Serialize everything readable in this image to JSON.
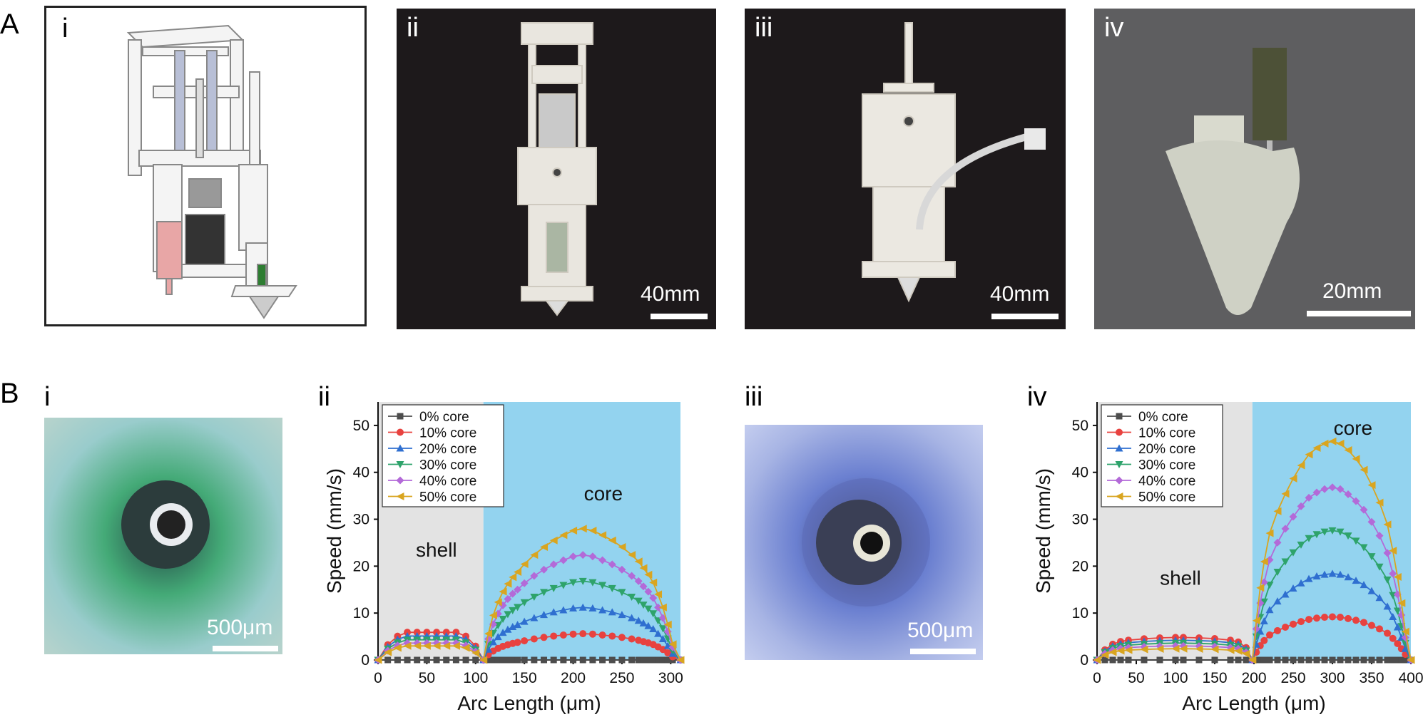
{
  "figure": {
    "row_labels": [
      "A",
      "B"
    ],
    "panels_a": [
      {
        "label": "i"
      },
      {
        "label": "ii",
        "scale": "40mm"
      },
      {
        "label": "iii",
        "scale": "40mm"
      },
      {
        "label": "iv",
        "scale": "20mm"
      }
    ],
    "panels_b": [
      {
        "label": "i",
        "scale": "500μm"
      },
      {
        "label": "ii"
      },
      {
        "label": "iii",
        "scale": "500μm"
      },
      {
        "label": "iv"
      }
    ]
  },
  "colors": {
    "shell_bg": "#e3e3e3",
    "core_bg": "#93d3ef",
    "series": [
      "#4d4d4d",
      "#e8423f",
      "#2f6fd0",
      "#2ea36b",
      "#b36ad8",
      "#d9a520"
    ]
  },
  "chart_data": [
    {
      "type": "line",
      "panel": "ii",
      "xlabel": "Arc Length (μm)",
      "ylabel": "Speed (mm/s)",
      "xlim": [
        0,
        310
      ],
      "ylim": [
        0,
        55
      ],
      "xticks": [
        0,
        50,
        100,
        150,
        200,
        250,
        300
      ],
      "yticks": [
        0,
        10,
        20,
        30,
        40,
        50
      ],
      "regions": [
        {
          "label": "shell",
          "from": 0,
          "to": 108
        },
        {
          "label": "core",
          "from": 108,
          "to": 310
        }
      ],
      "legend_position": "top-left",
      "series": [
        {
          "name": "0% core",
          "shell_peak": 0,
          "core_peak": 0
        },
        {
          "name": "10% core",
          "shell_peak": 5.9,
          "core_peak": 5.6
        },
        {
          "name": "20% core",
          "shell_peak": 5.1,
          "core_peak": 11.2
        },
        {
          "name": "30% core",
          "shell_peak": 4.3,
          "core_peak": 16.8
        },
        {
          "name": "40% core",
          "shell_peak": 3.6,
          "core_peak": 22.4
        },
        {
          "name": "50% core",
          "shell_peak": 3.0,
          "core_peak": 28.0
        }
      ],
      "shell_profile_x": [
        0,
        10,
        20,
        30,
        40,
        50,
        60,
        70,
        80,
        90,
        100,
        108
      ],
      "shell_profile_f": [
        0,
        0.55,
        0.86,
        1,
        1,
        1,
        1,
        1,
        1,
        0.86,
        0.5,
        0
      ],
      "core_profile_x": [
        108,
        113,
        118,
        123,
        128,
        133,
        138,
        143,
        150,
        160,
        170,
        180,
        190,
        200,
        210,
        220,
        230,
        240,
        250,
        260,
        267,
        272,
        277,
        282,
        287,
        292,
        297,
        302,
        310
      ],
      "core_profile_f": [
        0,
        0.2,
        0.34,
        0.44,
        0.52,
        0.58,
        0.63,
        0.67,
        0.73,
        0.8,
        0.86,
        0.91,
        0.95,
        0.985,
        1.0,
        0.985,
        0.95,
        0.91,
        0.86,
        0.8,
        0.75,
        0.7,
        0.65,
        0.59,
        0.5,
        0.4,
        0.27,
        0.12,
        0
      ]
    },
    {
      "type": "line",
      "panel": "iv",
      "xlabel": "Arc Length (μm)",
      "ylabel": "Speed (mm/s)",
      "xlim": [
        0,
        400
      ],
      "ylim": [
        0,
        55
      ],
      "xticks": [
        0,
        50,
        100,
        150,
        200,
        250,
        300,
        350,
        400
      ],
      "yticks": [
        0,
        10,
        20,
        30,
        40,
        50
      ],
      "regions": [
        {
          "label": "shell",
          "from": 0,
          "to": 198
        },
        {
          "label": "core",
          "from": 198,
          "to": 400
        }
      ],
      "legend_position": "top-left",
      "series": [
        {
          "name": "0% core",
          "shell_peak": 0,
          "core_peak": 0
        },
        {
          "name": "10% core",
          "shell_peak": 4.8,
          "core_peak": 9.2
        },
        {
          "name": "20% core",
          "shell_peak": 4.2,
          "core_peak": 18.4
        },
        {
          "name": "30% core",
          "shell_peak": 3.6,
          "core_peak": 27.6
        },
        {
          "name": "40% core",
          "shell_peak": 3.0,
          "core_peak": 36.8
        },
        {
          "name": "50% core",
          "shell_peak": 2.4,
          "core_peak": 46.6
        }
      ],
      "shell_profile_x": [
        0,
        10,
        20,
        30,
        40,
        60,
        80,
        100,
        110,
        130,
        150,
        170,
        180,
        190,
        198
      ],
      "shell_profile_f": [
        0,
        0.45,
        0.7,
        0.82,
        0.88,
        0.94,
        0.98,
        1,
        1,
        0.98,
        0.95,
        0.88,
        0.8,
        0.55,
        0
      ],
      "core_profile_x": [
        198,
        203,
        208,
        213,
        220,
        230,
        240,
        250,
        260,
        270,
        280,
        290,
        300,
        310,
        320,
        330,
        340,
        350,
        360,
        370,
        377,
        383,
        388,
        393,
        400
      ],
      "core_profile_f": [
        0,
        0.18,
        0.33,
        0.45,
        0.58,
        0.68,
        0.76,
        0.83,
        0.89,
        0.94,
        0.97,
        0.99,
        1.0,
        0.99,
        0.96,
        0.92,
        0.87,
        0.8,
        0.72,
        0.62,
        0.5,
        0.38,
        0.26,
        0.13,
        0
      ]
    }
  ]
}
